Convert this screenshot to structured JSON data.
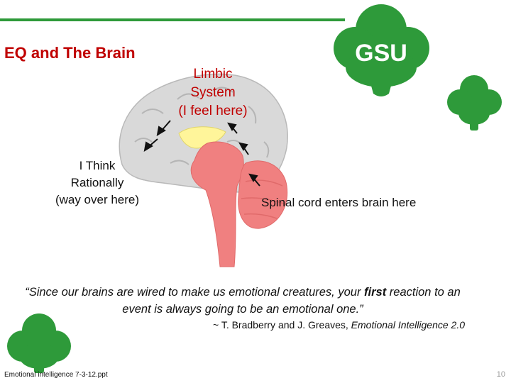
{
  "slide": {
    "title": "EQ and The Brain",
    "limbic_lines": [
      "Limbic",
      "System",
      "(I feel here)"
    ],
    "think_lines": [
      "I Think",
      "Rationally",
      "(way over here)"
    ],
    "spinal_label": "Spinal cord enters brain here",
    "quote_part1": "“Since our brains are wired to make us emotional creatures, your ",
    "quote_emphasis": "first",
    "quote_part2": " reaction to an event is always going to be an emotional one.”",
    "attribution_prefix": "~ T. Bradberry and J. Greaves, ",
    "attribution_book": "Emotional Intelligence 2.0"
  },
  "logo": {
    "text": "GSU",
    "color": "#2e9a3a"
  },
  "footer": {
    "filename": "Emotional intelligence 7-3-12.ppt",
    "page_number": "10"
  },
  "colors": {
    "accent_red": "#c00000",
    "brand_green": "#2e9a3a",
    "brain_gray": "#d9d9d9",
    "brainstem_pink": "#f08080",
    "limbic_yellow": "#fff59a"
  }
}
